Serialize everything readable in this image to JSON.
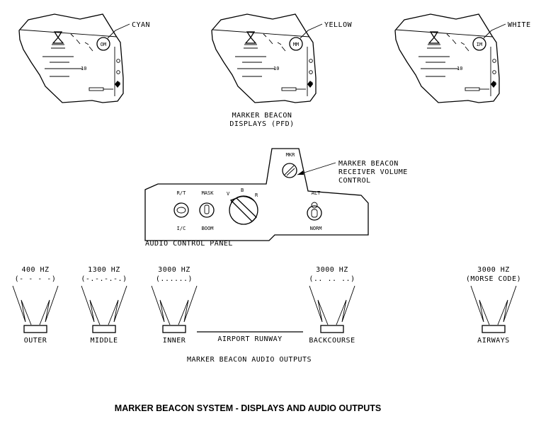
{
  "pfd_displays": [
    {
      "marker": "OM",
      "color_label": "CYAN",
      "scale": "10"
    },
    {
      "marker": "MM",
      "color_label": "YELLOW",
      "scale": "10"
    },
    {
      "marker": "IM",
      "color_label": "WHITE",
      "scale": "10"
    }
  ],
  "pfd_caption": [
    "MARKER BEACON",
    "DISPLAYS (PFD)"
  ],
  "panel": {
    "mkr_label": "MKR",
    "volume_callout": [
      "MARKER BEACON",
      "RECEIVER VOLUME",
      "CONTROL"
    ],
    "rt_label": "R/T",
    "ic_label": "I/C",
    "mask_label": "MASK",
    "boom_label": "BOOM",
    "selector_v": "V",
    "selector_b": "B",
    "selector_r": "R",
    "alt_label": "ALT",
    "norm_label": "NORM",
    "caption": "AUDIO CONTROL PANEL"
  },
  "audio_outputs": [
    {
      "freq": "400 HZ",
      "pattern": "(- - - -)",
      "name": "OUTER"
    },
    {
      "freq": "1300 HZ",
      "pattern": "(-.-.-.-.)",
      "name": "MIDDLE"
    },
    {
      "freq": "3000 HZ",
      "pattern": "(......)",
      "name": "INNER"
    },
    {
      "freq": "3000 HZ",
      "pattern": "(.. .. ..)",
      "name": "BACKCOURSE"
    },
    {
      "freq": "3000 HZ",
      "pattern": "(MORSE CODE)",
      "name": "AIRWAYS"
    }
  ],
  "runway_label": "AIRPORT RUNWAY",
  "audio_caption": "MARKER BEACON AUDIO OUTPUTS",
  "figure_title": "MARKER BEACON SYSTEM - DISPLAYS AND AUDIO OUTPUTS"
}
